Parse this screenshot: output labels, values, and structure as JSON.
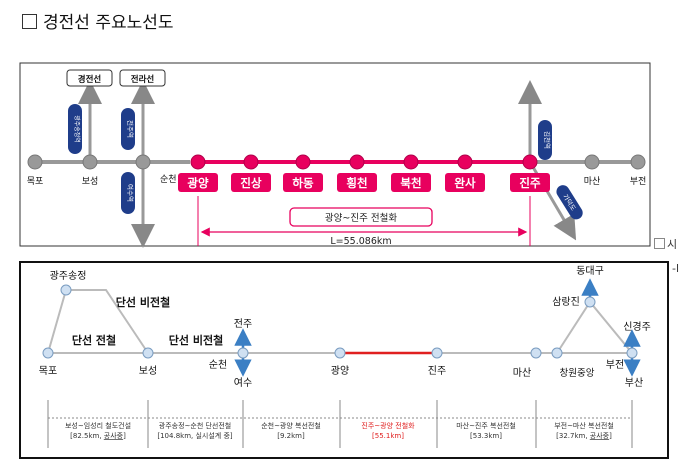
{
  "title": "경전선 주요노선도",
  "broken_image_alt": "시",
  "side_mark": "-l",
  "top": {
    "stations_gray": [
      "목포",
      "보성",
      "순천",
      "마산",
      "부전"
    ],
    "stations_pink": [
      "광양",
      "진상",
      "하동",
      "횡천",
      "북천",
      "완사",
      "진주"
    ],
    "lines": [
      "경전선",
      "전라선"
    ],
    "arrows": [
      "광주송정역",
      "전주역",
      "여수역",
      "김천역",
      "가덕도"
    ],
    "section_label": "광양~진주 전철화",
    "length": "L=55.086km"
  },
  "bottom": {
    "stations": [
      "광주송정",
      "목포",
      "보성",
      "순천",
      "전주",
      "여수",
      "광양",
      "진주",
      "마산",
      "창원중앙",
      "삼랑진",
      "동대구",
      "신경주",
      "부전",
      "부산"
    ],
    "labels": [
      "단선 비전철",
      "단선 전철",
      "단선 비전철"
    ],
    "sections": [
      {
        "l1": "보성~임성리 철도건설",
        "l2": "[82.5km, ",
        "hl": "공사중",
        "end": "]"
      },
      {
        "l1": "광주송정~순천 단선전철",
        "l2": "[104.8km, 실시설계 중]",
        "hl": "",
        "end": ""
      },
      {
        "l1": "순천~광양 복선전철",
        "l2": "[9.2km]",
        "hl": "",
        "end": ""
      },
      {
        "l1": "진주~광양 전철화",
        "l2": "[55.1km]",
        "hl": "",
        "end": ""
      },
      {
        "l1": "마산~진주 복선전철",
        "l2": "[53.3km]",
        "hl": "",
        "end": ""
      },
      {
        "l1": "부전~마산 복선전철",
        "l2": "[32.7km, ",
        "hl": "공사중",
        "end": "]"
      }
    ]
  },
  "colors": {
    "pink": "#e8005e",
    "navy": "#1f3d8a",
    "gray": "#888888",
    "red": "#e02020",
    "blue": "#3b7fc4"
  }
}
